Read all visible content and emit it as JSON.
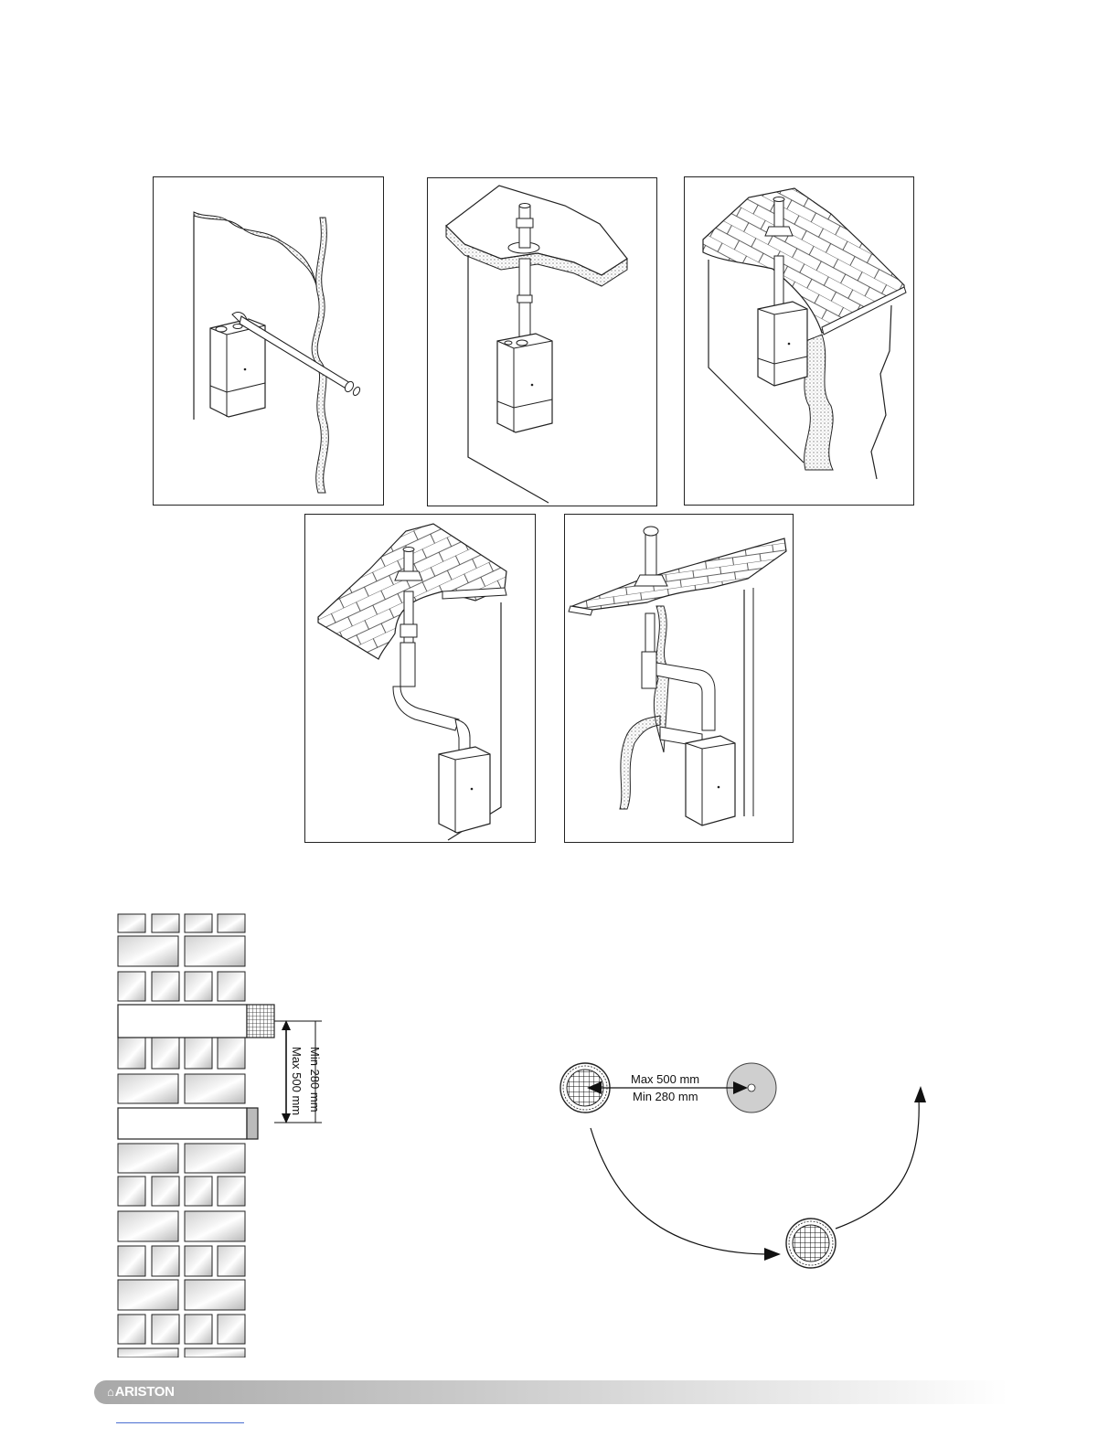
{
  "figures": {
    "installations": [
      {
        "id": "horizontal-wall-flue"
      },
      {
        "id": "vertical-flat-roof-flue"
      },
      {
        "id": "vertical-pitched-roof-flue"
      },
      {
        "id": "offset-pitched-roof-flue"
      },
      {
        "id": "offset-roof-flue-through-wall"
      }
    ]
  },
  "terminal_spacing": {
    "vertical_label_max": "Max 500 mm",
    "vertical_label_min": "Min 280 mm",
    "horizontal_label_max": "Max 500 mm",
    "horizontal_label_min": "Min 280 mm"
  },
  "footer": {
    "brand": "ARISTON",
    "colors": {
      "bar_start": "#a8a8a8",
      "bar_end": "#ffffff",
      "logo": "#ffffff"
    }
  }
}
